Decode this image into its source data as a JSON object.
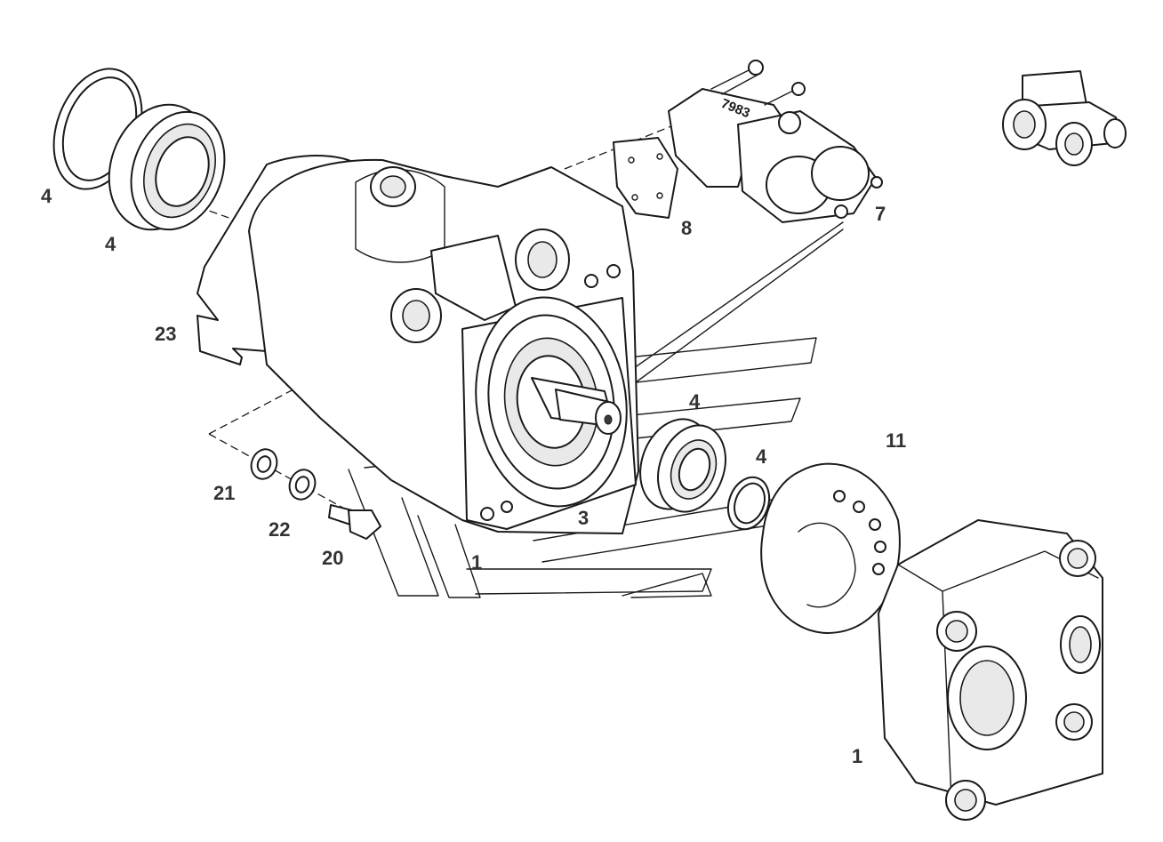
{
  "callouts": [
    {
      "id": "seal-left",
      "text": "4"
    },
    {
      "id": "bearing-left",
      "text": "4"
    },
    {
      "id": "gasket",
      "text": "23"
    },
    {
      "id": "washer-a",
      "text": "21"
    },
    {
      "id": "washer-b",
      "text": "22"
    },
    {
      "id": "bolt",
      "text": "20"
    },
    {
      "id": "pump-body",
      "text": "1"
    },
    {
      "id": "shaft",
      "text": "3"
    },
    {
      "id": "bearing-right",
      "text": "4"
    },
    {
      "id": "seal-right",
      "text": "4"
    },
    {
      "id": "valve-plate",
      "text": "11"
    },
    {
      "id": "rear-cover",
      "text": "1"
    },
    {
      "id": "valve-gasket",
      "text": "8"
    },
    {
      "id": "control-valve",
      "text": "7"
    }
  ],
  "valve_stamp": "7983",
  "icons": {
    "vehicle": "tractor-icon"
  }
}
